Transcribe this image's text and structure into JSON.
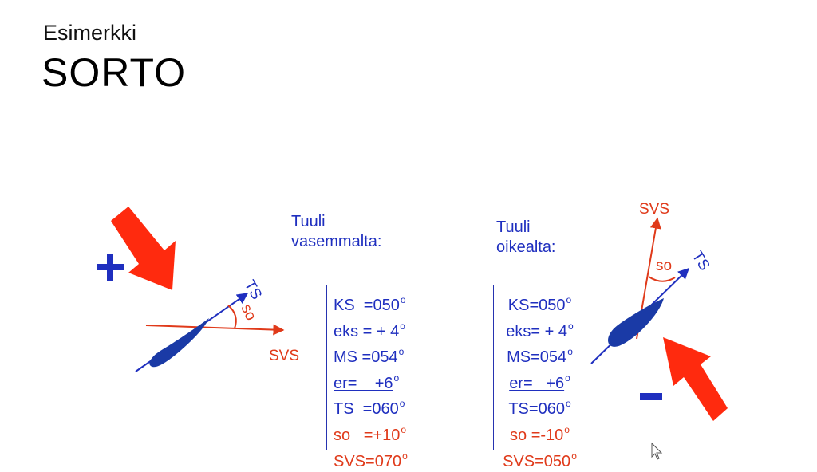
{
  "header": {
    "subtitle": "Esimerkki",
    "title": "SORTO"
  },
  "left": {
    "sign": "+",
    "heading_lines": [
      "Tuuli",
      "vasemmalta:"
    ],
    "rows": [
      {
        "text": "KS  =050",
        "deg": "o",
        "color": "blue",
        "underline": false
      },
      {
        "text": "eks = + 4",
        "deg": "o",
        "color": "blue",
        "underline": false
      },
      {
        "text": "MS =054",
        "deg": "o",
        "color": "blue",
        "underline": false
      },
      {
        "text": "er=    +6",
        "deg": "o",
        "color": "blue",
        "underline": true
      },
      {
        "text": "TS  =060",
        "deg": "o",
        "color": "blue",
        "underline": false
      },
      {
        "text": "so   =+10",
        "deg": "o",
        "color": "red",
        "underline": false
      },
      {
        "text": "SVS=070",
        "deg": "o",
        "color": "red",
        "underline": false
      }
    ],
    "labels": {
      "ts": "TS",
      "so": "so",
      "svs": "SVS"
    }
  },
  "right": {
    "sign": "-",
    "heading_lines": [
      "Tuuli",
      "oikealta:"
    ],
    "rows": [
      {
        "text": "KS=050",
        "deg": "o",
        "color": "blue",
        "underline": false
      },
      {
        "text": "eks= + 4",
        "deg": "o",
        "color": "blue",
        "underline": false
      },
      {
        "text": "MS=054",
        "deg": "o",
        "color": "blue",
        "underline": false
      },
      {
        "text": "er=   +6",
        "deg": "o",
        "color": "blue",
        "underline": true
      },
      {
        "text": "TS=060",
        "deg": "o",
        "color": "blue",
        "underline": false
      },
      {
        "text": "so =-10",
        "deg": "o",
        "color": "red",
        "underline": false
      },
      {
        "text": "SVS=050",
        "deg": "o",
        "color": "red",
        "underline": false
      }
    ],
    "labels": {
      "ts": "TS",
      "so": "so",
      "svs": "SVS"
    }
  },
  "colors": {
    "blue": "#1f2fbf",
    "red": "#e03a1a",
    "wind_arrow": "#ff2a0e",
    "boat": "#1a3aa6"
  },
  "icons": [
    "wind-arrow-icon",
    "boat-icon",
    "mouse-cursor-icon"
  ]
}
